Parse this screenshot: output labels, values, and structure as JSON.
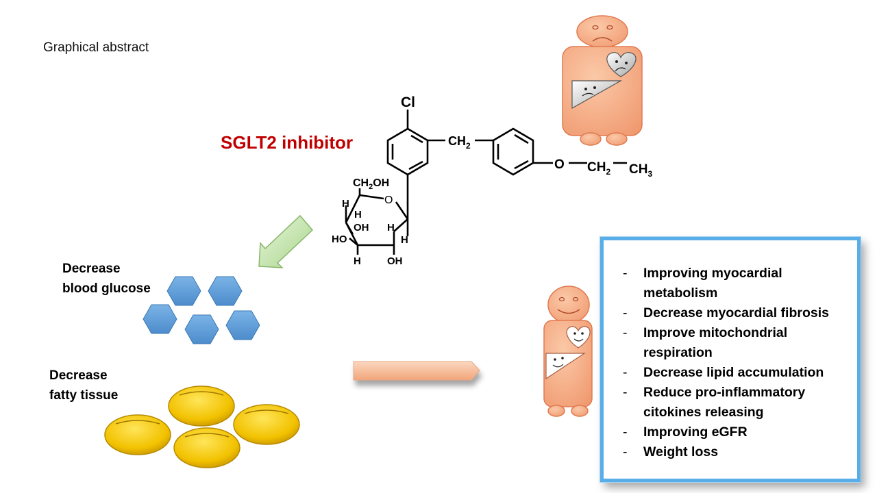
{
  "caption": "Graphical abstract",
  "drug_title": "SGLT2 inhibitor",
  "molecule": {
    "substituent_cl": "Cl",
    "linker": "CH",
    "linker_sub": "2",
    "ether_o": "O",
    "ethyl_ch2": "CH",
    "ethyl_ch2_sub": "2",
    "ethyl_ch3": "CH",
    "ethyl_ch3_sub": "3",
    "ring_o": "O",
    "ch2oh_prefix": "CH",
    "ch2oh_sub": "2",
    "ch2oh_suffix": "OH",
    "sugar_atoms": [
      "H",
      "H",
      "OH",
      "H",
      "HO",
      "H",
      "H",
      "OH"
    ]
  },
  "effects": {
    "glucose": [
      "Decrease",
      "blood glucose"
    ],
    "fat": [
      "Decrease",
      "fatty tissue"
    ]
  },
  "benefits": [
    [
      "Improving myocardial",
      "metabolism"
    ],
    [
      "Decrease myocardial fibrosis"
    ],
    [
      "Improve mitochondrial",
      "respiration"
    ],
    [
      "Decrease lipid accumulation"
    ],
    [
      "Reduce pro-inflammatory",
      "citokines releasing"
    ],
    [
      "Improving eGFR"
    ],
    [
      "Weight loss"
    ]
  ],
  "colors": {
    "title_red": "#c00000",
    "hexagon_blue": "#5b9bd5",
    "fat_gold": "#f2c200",
    "figure_skin": "#f8b88f",
    "box_border": "#5aaee8",
    "arrow_green": "#c9e7b1",
    "arrow_peach": "#f7c4a0"
  }
}
